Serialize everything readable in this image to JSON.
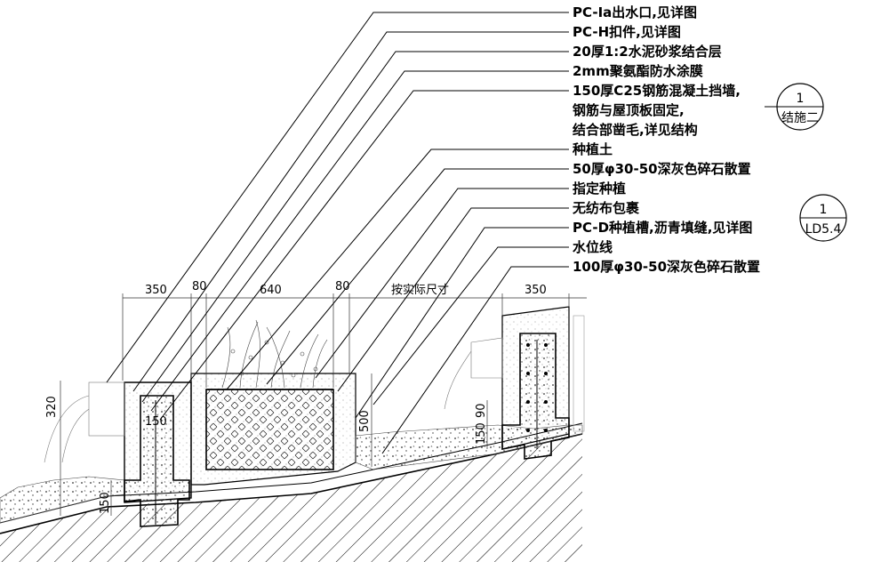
{
  "callouts": [
    "PC-Ia出水口,见详图",
    "PC-H扣件,见详图",
    "20厚1:2水泥砂浆结合层",
    "2mm聚氨酯防水涂膜",
    "150厚C25钢筋混凝土挡墙,",
    "钢筋与屋顶板固定,",
    "结合部凿毛,详见结构",
    "种植土",
    "50厚φ30-50深灰色碎石散置",
    "指定种植",
    "无纺布包裹",
    "PC-D种植槽,沥青填缝,见详图",
    "水位线",
    "100厚φ30-50深灰色碎石散置"
  ],
  "bubbles": [
    {
      "top": "1",
      "bottom": "结施二"
    },
    {
      "top": "1",
      "bottom": "LD5.4"
    }
  ],
  "dimensions": {
    "top": [
      "350",
      "80",
      "640",
      "80",
      "按实际尺寸",
      "350"
    ],
    "left": [
      "320",
      "150"
    ],
    "inner": [
      "150"
    ],
    "right": [
      "500",
      "150",
      "90"
    ]
  }
}
